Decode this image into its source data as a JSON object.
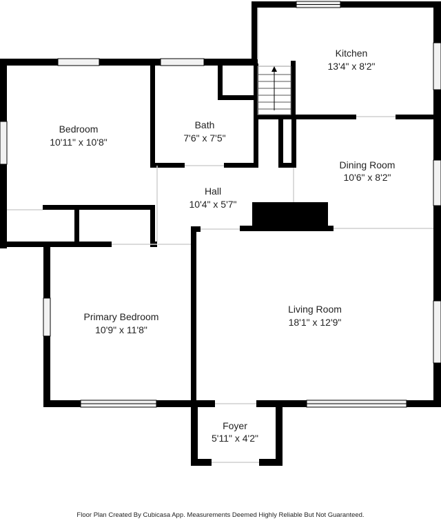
{
  "plan": {
    "rooms": {
      "kitchen": {
        "name": "Kitchen",
        "dims": "13'4\" x 8'2\""
      },
      "bedroom": {
        "name": "Bedroom",
        "dims": "10'11\" x 10'8\""
      },
      "bath": {
        "name": "Bath",
        "dims": "7'6\" x 7'5\""
      },
      "dining": {
        "name": "Dining Room",
        "dims": "10'6\" x 8'2\""
      },
      "hall": {
        "name": "Hall",
        "dims": "10'4\" x 5'7\""
      },
      "primary": {
        "name": "Primary Bedroom",
        "dims": "10'9\" x 11'8\""
      },
      "living": {
        "name": "Living Room",
        "dims": "18'1\" x 12'9\""
      },
      "foyer": {
        "name": "Foyer",
        "dims": "5'11\" x 4'2\""
      }
    },
    "colors": {
      "wall": "#000000",
      "window": "#f2f2f2",
      "background": "#ffffff"
    }
  },
  "footer": {
    "text": "Floor Plan Created By Cubicasa App. Measurements Deemed Highly Reliable But Not Guaranteed."
  }
}
